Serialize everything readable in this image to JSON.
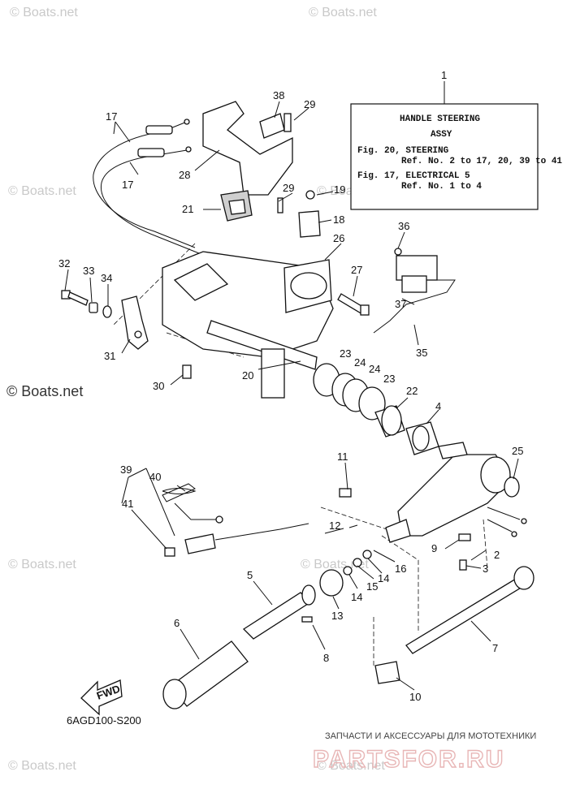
{
  "watermarks": [
    "© Boats.net",
    "© Boats.net",
    "© Boats.net",
    "© Boats.net",
    "© Boats.net",
    "© Boats.net",
    "© Boats.net",
    "© Boats.net"
  ],
  "watermark_prominent": "© Boats.net",
  "info_box": {
    "title": "HANDLE STEERING",
    "subtitle": "ASSY",
    "ref1_fig": "Fig. 20, STEERING",
    "ref1_parts": "Ref. No. 2 to 17, 20, 39 to 41",
    "ref2_fig": "Fig. 17, ELECTRICAL 5",
    "ref2_parts": "Ref. No. 1 to 4"
  },
  "callouts": {
    "c1": "1",
    "c2": "2",
    "c3": "3",
    "c4": "4",
    "c5": "5",
    "c6": "6",
    "c7": "7",
    "c8": "8",
    "c9": "9",
    "c10": "10",
    "c11": "11",
    "c12": "12",
    "c13": "13",
    "c14a": "14",
    "c14b": "14",
    "c15": "15",
    "c16": "16",
    "c17a": "17",
    "c17b": "17",
    "c18": "18",
    "c19": "19",
    "c20": "20",
    "c21": "21",
    "c22": "22",
    "c23a": "23",
    "c23b": "23",
    "c24a": "24",
    "c24b": "24",
    "c25": "25",
    "c26": "26",
    "c27": "27",
    "c28": "28",
    "c29a": "29",
    "c29b": "29",
    "c30": "30",
    "c31": "31",
    "c32": "32",
    "c33": "33",
    "c34": "34",
    "c35": "35",
    "c36": "36",
    "c37": "37",
    "c38": "38",
    "c39": "39",
    "c40": "40",
    "c41": "41"
  },
  "fwd_label": "FWD",
  "diagram_code": "6AGD100-S200",
  "banner": {
    "tagline": "ЗАПЧАСТИ И АКСЕССУАРЫ ДЛЯ МОТОТЕХНИКИ",
    "logo": "PARTSFOR.RU"
  }
}
